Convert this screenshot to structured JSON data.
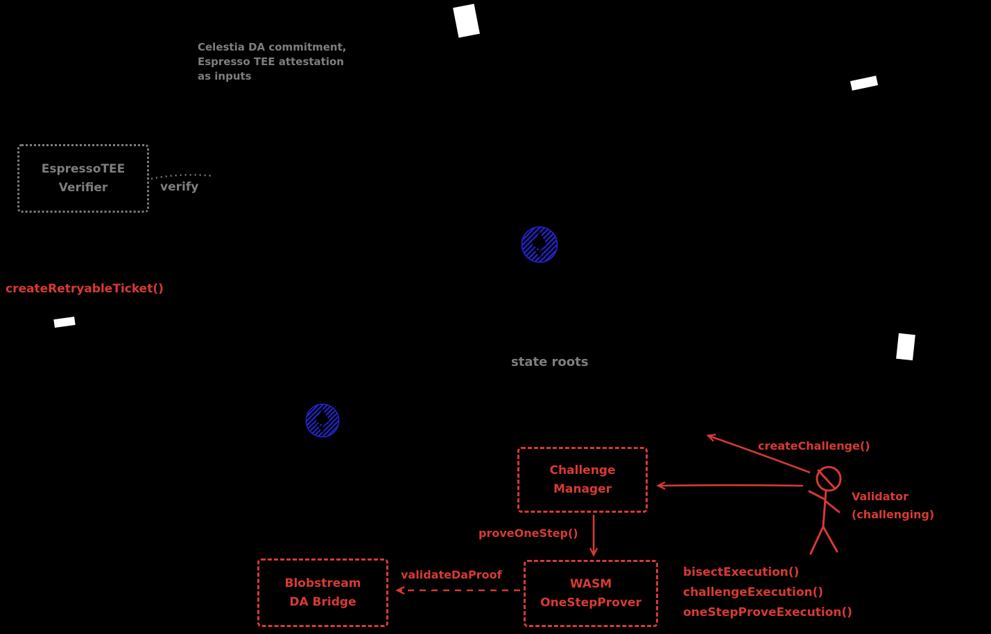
{
  "colors": {
    "background": "#000000",
    "muted_gray": "#7e7e7e",
    "accent_red": "#d83a34",
    "ethereum_blue": "#2525d8",
    "white": "#ffffff"
  },
  "notes": {
    "celestia_inputs": "Celestia DA commitment,\nEspresso TEE attestation\nas inputs",
    "verify": "verify",
    "create_retryable_ticket": "createRetryableTicket()",
    "state_roots": "state roots"
  },
  "boxes": {
    "espresso_tee_verifier": "EspressoTEE\nVerifier",
    "challenge_manager": "Challenge\nManager",
    "wasm_one_step_prover": "WASM\nOneStepProver",
    "blobstream_da_bridge": "Blobstream\nDA Bridge"
  },
  "arrow_labels": {
    "create_challenge": "createChallenge()",
    "prove_one_step": "proveOneStep()",
    "validate_da_proof": "validateDaProof"
  },
  "actor": {
    "validator": "Validator\n(challenging)"
  },
  "challenge_methods": [
    "bisectExecution()",
    "challengeExecution()",
    "oneStepProveExecution()"
  ],
  "icons": {
    "ethereum_logo_upper": "ethereum-logo",
    "ethereum_logo_lower": "ethereum-logo",
    "validator_figure": "stick-figure",
    "page_shapes": [
      "document-page",
      "document-page",
      "document-page",
      "document-page"
    ]
  }
}
